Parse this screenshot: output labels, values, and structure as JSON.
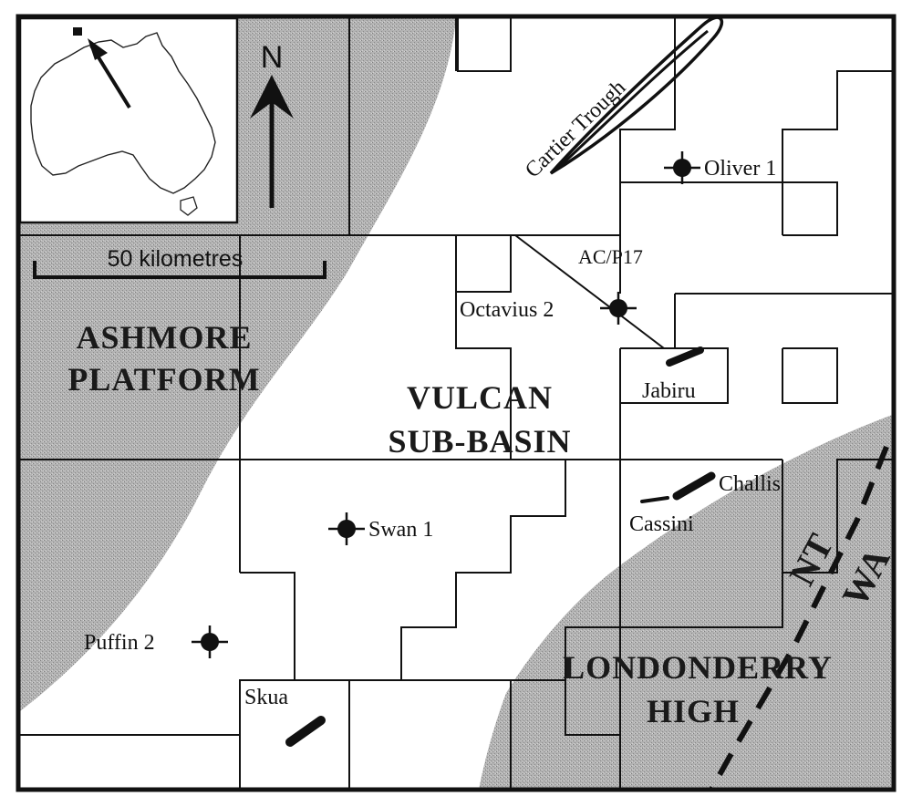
{
  "map": {
    "north_label": "N",
    "scale_label": "50 kilometres",
    "regions": {
      "ashmore_line1": "ASHMORE",
      "ashmore_line2": "PLATFORM",
      "vulcan_line1": "VULCAN",
      "vulcan_line2": "SUB-BASIN",
      "londonderry_line1": "LONDONDERRY",
      "londonderry_line2": "HIGH"
    },
    "wells": {
      "oliver": "Oliver 1",
      "octavius": "Octavius 2",
      "swan": "Swan 1",
      "puffin": "Puffin 2"
    },
    "fields": {
      "jabiru": "Jabiru",
      "challis": "Challis",
      "cassini": "Cassini",
      "skua": "Skua"
    },
    "permit": "AC/P17",
    "trough": "Cartier Trough",
    "border_nt": "NT",
    "border_wa": "WA"
  },
  "colors": {
    "shaded_area": "#a8a8a8",
    "ink": "#111111",
    "background": "#ffffff"
  }
}
